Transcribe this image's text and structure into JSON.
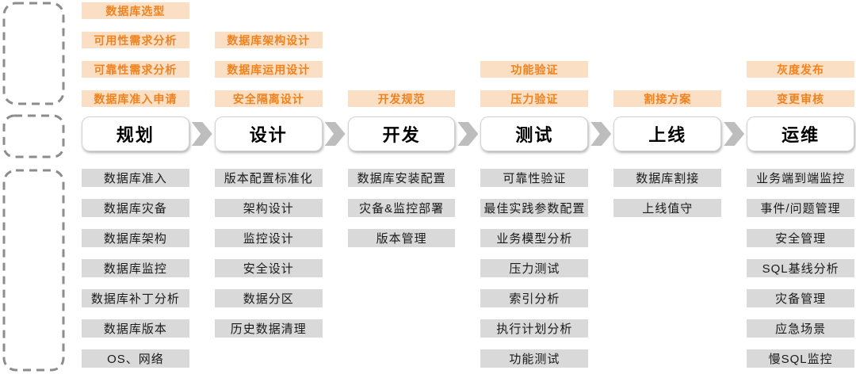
{
  "diagram": {
    "type": "process-flow",
    "topic": "database-lifecycle",
    "colors": {
      "orange_text": "#F0821E",
      "orange_bg": "#FBDFC4",
      "gray_bg": "#D9D9D9",
      "gray_text": "#1A1A1A",
      "arrow": "#BDBDBD",
      "dashed_frame": "#8C8C8C",
      "stage_box_bg": "#FFFFFF"
    },
    "stages": [
      {
        "label": "规划",
        "top_items": [
          "数据库选型",
          "可用性需求分析",
          "可靠性需求分析",
          "数据库准入申请"
        ],
        "bottom_items": [
          "数据库准入",
          "数据库灾备",
          "数据库架构",
          "数据库监控",
          "数据库补丁分析",
          "数据库版本",
          "OS、网络"
        ]
      },
      {
        "label": "设计",
        "top_items": [
          "数据库架构设计",
          "数据库运用设计",
          "安全隔离设计"
        ],
        "bottom_items": [
          "版本配置标准化",
          "架构设计",
          "监控设计",
          "安全设计",
          "数据分区",
          "历史数据清理"
        ]
      },
      {
        "label": "开发",
        "top_items": [
          "开发规范"
        ],
        "bottom_items": [
          "数据库安装配置",
          "灾备&监控部署",
          "版本管理"
        ]
      },
      {
        "label": "测试",
        "top_items": [
          "功能验证",
          "压力验证"
        ],
        "bottom_items": [
          "可靠性验证",
          "最佳实践参数配置",
          "业务模型分析",
          "压力测试",
          "索引分析",
          "执行计划分析",
          "功能测试"
        ]
      },
      {
        "label": "上线",
        "top_items": [
          "割接方案"
        ],
        "bottom_items": [
          "数据库割接",
          "上线值守"
        ]
      },
      {
        "label": "运维",
        "top_items": [
          "灰度发布",
          "变更审核"
        ],
        "bottom_items": [
          "业务端到端监控",
          "事件/问题管理",
          "安全管理",
          "SQL基线分析",
          "灾备管理",
          "应急场景",
          "慢SQL监控"
        ]
      }
    ]
  }
}
